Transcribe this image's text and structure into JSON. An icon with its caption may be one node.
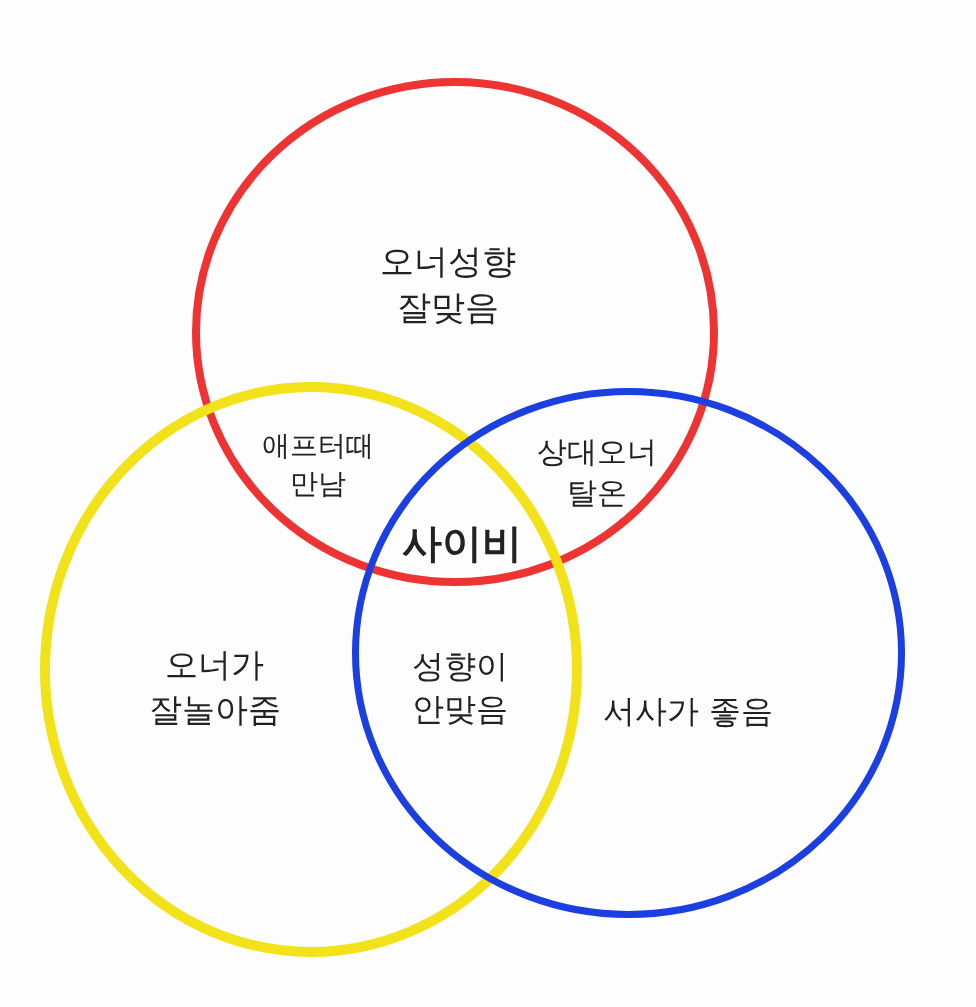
{
  "diagram": {
    "nodes": [
      {
        "text": [
          "오너성향 잘맞음"
        ]
      },
      {
        "text": [
          "오너가 잘놀아줌"
        ]
      },
      {
        "text": [
          "서사가 좋음"
        ]
      }
    ],
    "labels": [
      "애프터때 만남",
      "상대오너 탈온",
      "사이비",
      "성향이 안맞음"
    ]
  }
}
